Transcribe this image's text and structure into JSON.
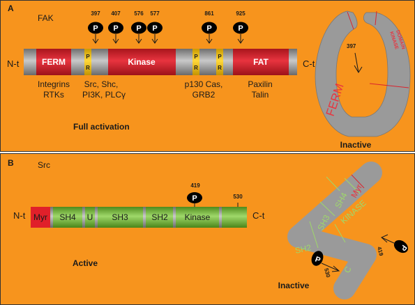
{
  "colors": {
    "background": "#f7941d",
    "frame": "#333333",
    "grey_bar": "#9a9a9a",
    "red_domain": "#d9232e",
    "yellow_pr": "#f5c518",
    "green_bar": "#7bb93f",
    "phospho_fill": "#000000",
    "domain_text_red": "#e8343f",
    "domain_text_green": "#9fd86a"
  },
  "panelA": {
    "letter": "A",
    "protein": "FAK",
    "n_term": "N-t",
    "c_term": "C-t",
    "domains": {
      "ferm": "FERM",
      "kinase": "Kinase",
      "fat": "FAT",
      "pr_p": "P",
      "pr_r": "R"
    },
    "sites": [
      "397",
      "407",
      "576",
      "577",
      "861",
      "925"
    ],
    "phospho": "P",
    "binders": {
      "ferm_1": "Integrins",
      "ferm_2": "RTKs",
      "kin_1": "Src, Shc,",
      "kin_2": "PI3K, PLCγ",
      "pr_1": "p130 Cas,",
      "pr_2": "GRB2",
      "fat_1": "Paxilin",
      "fat_2": "Talin"
    },
    "state": "Full activation",
    "inactive": {
      "label": "Inactive",
      "site": "397",
      "ferm": "FERM",
      "kinase_1": "KINASE",
      "kinase_2": "DOMAIN"
    }
  },
  "panelB": {
    "letter": "B",
    "protein": "Src",
    "n_term": "N-t",
    "c_term": "C-t",
    "domains": {
      "myr": "Myr",
      "sh4": "SH4",
      "u": "U",
      "sh3": "SH3",
      "sh2": "SH2",
      "kinase": "Kinase"
    },
    "sites": [
      "419",
      "530"
    ],
    "phospho": "P",
    "state": "Active",
    "inactive": {
      "label": "Inactive",
      "myr": "Myr",
      "sh4": "SH4",
      "sh3": "SH3",
      "kinase": "KINASE",
      "sh2": "SH2",
      "c": "C",
      "site_530": "530",
      "site_419": "419",
      "phospho": "P"
    }
  }
}
